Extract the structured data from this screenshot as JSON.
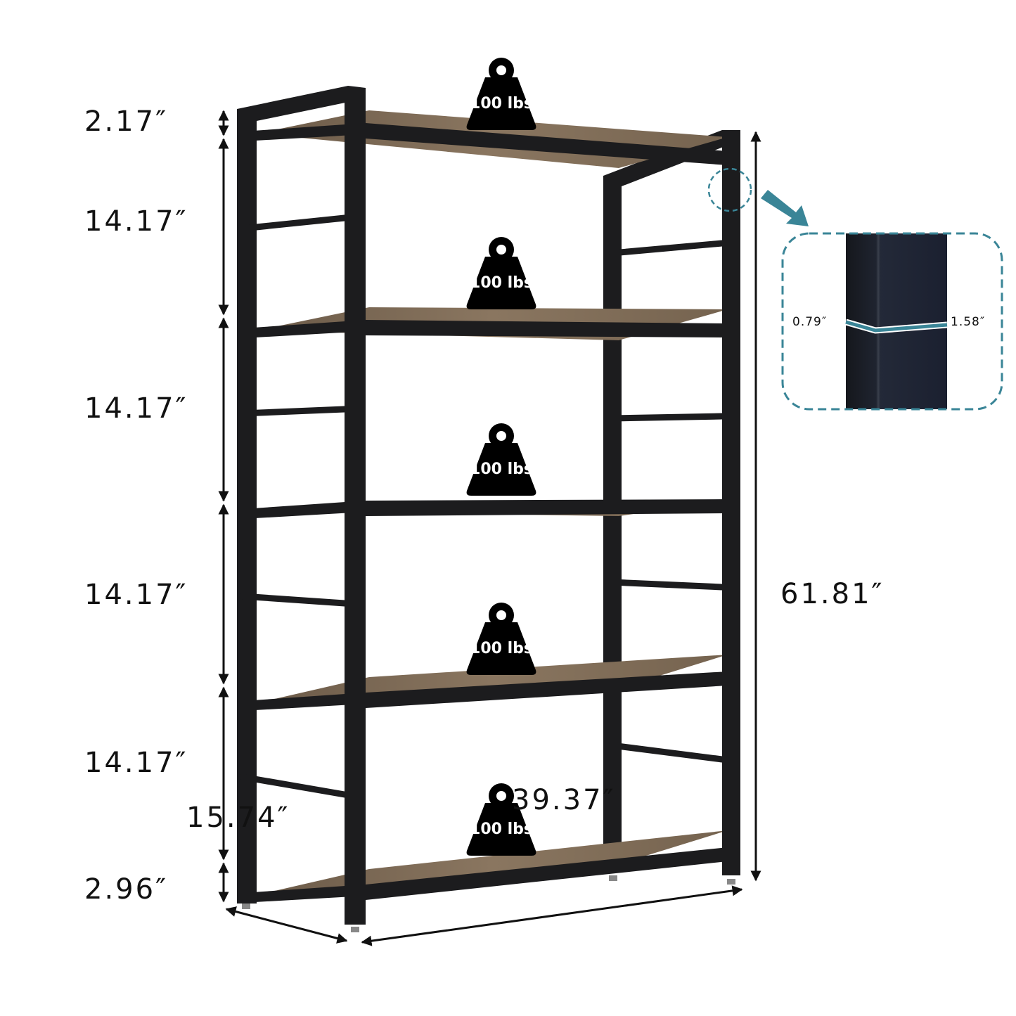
{
  "weight_label": "100 lbs",
  "weights": [
    {
      "label": "100 lbs"
    },
    {
      "label": "100 lbs"
    },
    {
      "label": "100 lbs"
    },
    {
      "label": "100 lbs"
    },
    {
      "label": "100 lbs"
    }
  ],
  "dimensions": {
    "top_gap": "2.17″",
    "shelf_gap_1": "14.17″",
    "shelf_gap_2": "14.17″",
    "shelf_gap_3": "14.17″",
    "shelf_gap_4": "14.17″",
    "bottom_gap": "2.96″",
    "height": "61.81″",
    "width": "39.37″",
    "depth": "15.74″"
  },
  "inset": {
    "tube_depth": "0.79″",
    "tube_width": "1.58″"
  },
  "colors": {
    "accent": "#3a8597",
    "frame": "#1c1c1e",
    "wood": "#7a6752"
  }
}
